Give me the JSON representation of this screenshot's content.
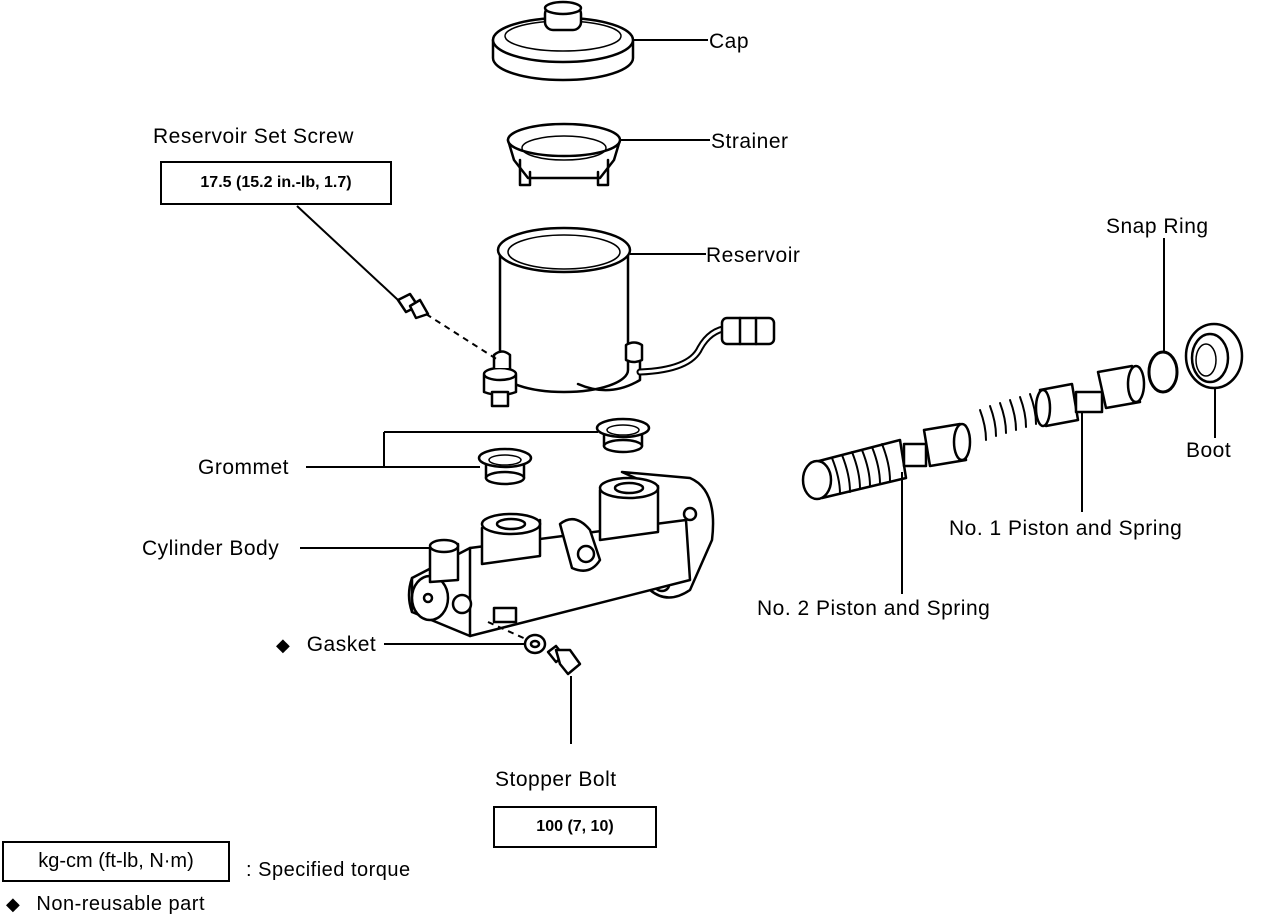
{
  "labels": {
    "cap": "Cap",
    "strainer": "Strainer",
    "reservoir": "Reservoir",
    "reservoir_set_screw": "Reservoir Set Screw",
    "snap_ring": "Snap Ring",
    "boot": "Boot",
    "grommet": "Grommet",
    "cylinder_body": "Cylinder Body",
    "gasket": "Gasket",
    "stopper_bolt": "Stopper Bolt",
    "no1_piston": "No. 1 Piston and Spring",
    "no2_piston": "No. 2 Piston and Spring"
  },
  "torque": {
    "reservoir_set_screw": "17.5 (15.2 in.-lb, 1.7)",
    "stopper_bolt": "100 (7, 10)"
  },
  "legend": {
    "torque_unit": "kg-cm (ft-lb, N·m)",
    "torque_desc": ": Specified torque",
    "nonreusable_symbol": "◆",
    "nonreusable_desc": "Non-reusable part"
  }
}
